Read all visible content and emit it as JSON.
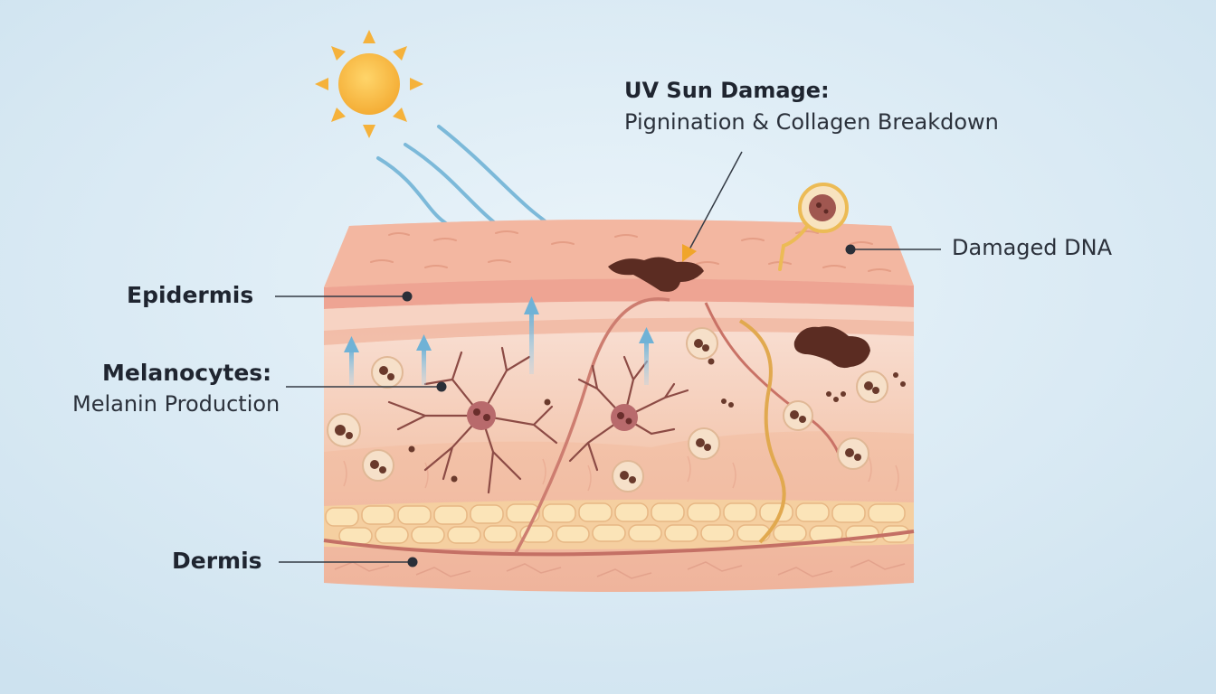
{
  "labels": {
    "epidermis": "Epidermis",
    "melanocytes_title": "Melanocytes:",
    "melanocytes_sub": "Melanin Production",
    "dermis": "Dermis",
    "uv_title": "UV Sun Damage:",
    "uv_sub": "Pignination & Collagen Breakdown",
    "damaged_dna": "Damaged DNA"
  },
  "colors": {
    "background": "#d6e7f2",
    "sun": "#f7b733",
    "uv_rays": "#7cb8d8",
    "skin_top": "#f2b9a2",
    "skin_mid": "#f6cdb8",
    "fat": "#f8dca5",
    "pigment": "#5a2c22",
    "nerve": "#e0a74a",
    "vessel": "#c9756a"
  },
  "icons": [
    "sun-icon",
    "uv-ray-icon",
    "melanocyte-cell-icon",
    "pigment-cluster-icon",
    "damaged-cell-icon",
    "up-arrow-icon"
  ]
}
